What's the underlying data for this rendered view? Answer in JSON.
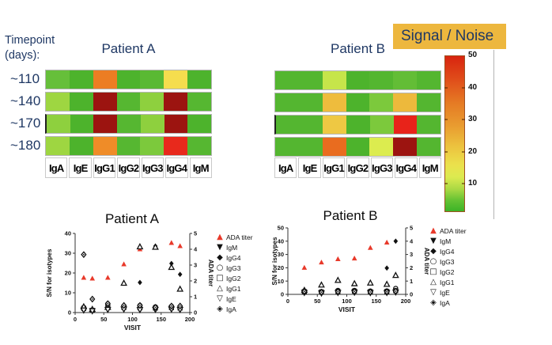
{
  "top": {
    "timepoint_label_line1": "Timepoint",
    "timepoint_label_line2": "(days):",
    "signal_noise_label": "Signal / Noise"
  },
  "colorbar": {
    "title": "Signal / Noise",
    "ticks": [
      "50",
      "40",
      "30",
      "20",
      "10"
    ],
    "gradient_stops": [
      "#d8240f 0%",
      "#e04d1a 15%",
      "#e57a24 30%",
      "#e99c30 45%",
      "#ecc23e 58%",
      "#ebe14c 70%",
      "#dcea50 78%",
      "#a8d843 86%",
      "#64c233 93%",
      "#3cb327 100%"
    ],
    "range": [
      0,
      50
    ]
  },
  "chart_data": [
    {
      "type": "heatmap",
      "title": "Patient A",
      "row_labels": [
        "~110",
        "~140",
        "~170",
        "~180"
      ],
      "columns": [
        "IgA",
        "IgE",
        "IgG1",
        "IgG2",
        "IgG3",
        "IgG4",
        "IgM"
      ],
      "scale_label": "Signal / Noise",
      "scale_range": [
        0,
        50
      ],
      "values": [
        [
          6,
          4,
          30,
          4,
          5,
          16,
          4
        ],
        [
          9,
          4,
          50,
          5,
          8,
          50,
          5
        ],
        [
          8,
          4,
          50,
          5,
          8,
          50,
          4
        ],
        [
          9,
          4,
          32,
          5,
          7,
          45,
          5
        ]
      ],
      "cell_colors": [
        [
          "#66bf3a",
          "#4db32c",
          "#ec7d23",
          "#4db32c",
          "#5ab933",
          "#f5dd4e",
          "#4db32c"
        ],
        [
          "#9ed641",
          "#4db32c",
          "#9c1410",
          "#56b731",
          "#8ed03e",
          "#9c1410",
          "#56b731"
        ],
        [
          "#8ed03e",
          "#4db32c",
          "#9c1410",
          "#56b731",
          "#8ed03e",
          "#9c1410",
          "#4db32c"
        ],
        [
          "#9ed641",
          "#4db32c",
          "#ef8c28",
          "#56b731",
          "#7cc93c",
          "#e8291c",
          "#56b731"
        ]
      ]
    },
    {
      "type": "heatmap",
      "title": "Patient B",
      "row_labels": [],
      "columns": [
        "IgA",
        "IgE",
        "IgG1",
        "IgG2",
        "IgG3",
        "IgG4",
        "IgM"
      ],
      "scale_label": "Signal / Noise",
      "scale_range": [
        0,
        50
      ],
      "values": [
        [
          5,
          5,
          12,
          4,
          5,
          6,
          5
        ],
        [
          5,
          5,
          21,
          4,
          8,
          21,
          5
        ],
        [
          5,
          5,
          19,
          4,
          8,
          47,
          5
        ],
        [
          5,
          5,
          33,
          4,
          14,
          50,
          5
        ]
      ],
      "cell_colors": [
        [
          "#54b630",
          "#54b630",
          "#c6e54a",
          "#4db32c",
          "#54b630",
          "#63bd36",
          "#54b630"
        ],
        [
          "#54b630",
          "#54b630",
          "#eebc3d",
          "#4db32c",
          "#7cc93c",
          "#edb93c",
          "#54b630"
        ],
        [
          "#54b630",
          "#54b630",
          "#eec843",
          "#4db32c",
          "#7cc93c",
          "#e8231a",
          "#54b630"
        ],
        [
          "#54b630",
          "#54b630",
          "#e96c1f",
          "#4db32c",
          "#dcec4f",
          "#9c1410",
          "#54b630"
        ]
      ]
    },
    {
      "type": "scatter",
      "title": "Patient A",
      "xlabel": "VISIT",
      "ylabel_left": "S/N for isotypes",
      "ylabel_right": "ADA titer",
      "xlim": [
        0,
        200
      ],
      "x_ticks": [
        0,
        50,
        100,
        150,
        200
      ],
      "ylim_left": [
        0,
        40
      ],
      "y_ticks_left": [
        0,
        10,
        20,
        30,
        40
      ],
      "ylim_right": [
        0,
        5
      ],
      "y_ticks_right": [
        0,
        1,
        2,
        3,
        4,
        5
      ],
      "series": [
        {
          "name": "ADA titer",
          "marker": "triangle-filled",
          "color": "#e8392a",
          "axis": "right",
          "x": [
            15,
            30,
            57,
            85,
            113,
            140,
            168,
            183
          ],
          "y": [
            2.2,
            2.15,
            2.2,
            3.05,
            4.0,
            4.15,
            4.4,
            4.2
          ]
        },
        {
          "name": "IgM",
          "marker": "triangle-down-filled",
          "color": "#111111",
          "axis": "left",
          "x": [
            15,
            30,
            57,
            85,
            113,
            140,
            168,
            183
          ],
          "y": [
            1.5,
            1.0,
            1.8,
            2.0,
            1.8,
            2.0,
            2.0,
            1.8
          ]
        },
        {
          "name": "IgG4",
          "marker": "diamond-filled",
          "color": "#111111",
          "axis": "left",
          "x": [
            15,
            30,
            57,
            85,
            113,
            140,
            168,
            183
          ],
          "y": [
            2.0,
            1.2,
            2.2,
            2.6,
            15.2,
            33.6,
            24.8,
            19.3
          ]
        },
        {
          "name": "IgG3",
          "marker": "circle-open",
          "color": "#111111",
          "axis": "left",
          "x": [
            15,
            30,
            57,
            85,
            113,
            140,
            168,
            183
          ],
          "y": [
            2.6,
            1.3,
            4.4,
            3.3,
            3.6,
            2.9,
            3.2,
            3.1
          ]
        },
        {
          "name": "IgG2",
          "marker": "square-open",
          "color": "#111111",
          "axis": "left",
          "x": [
            15,
            30,
            57,
            85,
            113,
            140,
            168,
            183
          ],
          "y": [
            2.1,
            1.1,
            3.2,
            2.6,
            2.4,
            2.3,
            2.5,
            2.3
          ]
        },
        {
          "name": "IgG1",
          "marker": "triangle-open",
          "color": "#111111",
          "axis": "left",
          "x": [
            15,
            30,
            57,
            85,
            113,
            140,
            168,
            183
          ],
          "y": [
            2.9,
            1.6,
            2.6,
            14.8,
            33.2,
            33.0,
            22.8,
            11.8
          ]
        },
        {
          "name": "IgE",
          "marker": "triangle-down-open",
          "color": "#111111",
          "axis": "left",
          "x": [
            15,
            30,
            57,
            85,
            113,
            140,
            168,
            183
          ],
          "y": [
            1.3,
            0.9,
            1.6,
            1.8,
            1.5,
            1.6,
            1.8,
            1.6
          ]
        },
        {
          "name": "IgA",
          "marker": "diamond-dot",
          "color": "#111111",
          "axis": "left",
          "x": [
            15,
            30,
            57,
            85,
            113,
            140,
            168,
            183
          ],
          "y": [
            29.3,
            6.8,
            4.5,
            3.6,
            3.6,
            2.6,
            3.3,
            3.3
          ]
        }
      ]
    },
    {
      "type": "scatter",
      "title": "Patient B",
      "xlabel": "VISIT",
      "ylabel_left": "S/N for isotypes",
      "ylabel_right": "ADA titer",
      "xlim": [
        0,
        200
      ],
      "x_ticks": [
        0,
        50,
        100,
        150,
        200
      ],
      "ylim_left": [
        0,
        50
      ],
      "y_ticks_left": [
        0,
        10,
        20,
        30,
        40,
        50
      ],
      "ylim_right": [
        0,
        5
      ],
      "y_ticks_right": [
        0,
        1,
        2,
        3,
        4,
        5
      ],
      "series": [
        {
          "name": "ADA titer",
          "marker": "triangle-filled",
          "color": "#e8392a",
          "axis": "right",
          "x": [
            28,
            57,
            85,
            113,
            140,
            168
          ],
          "y": [
            2.0,
            2.4,
            2.65,
            2.7,
            3.5,
            3.9
          ]
        },
        {
          "name": "IgM",
          "marker": "triangle-down-filled",
          "color": "#111111",
          "axis": "left",
          "x": [
            28,
            57,
            85,
            113,
            140,
            168,
            183
          ],
          "y": [
            1.5,
            1.2,
            1.5,
            1.8,
            1.5,
            1.5,
            2.0
          ]
        },
        {
          "name": "IgG4",
          "marker": "diamond-filled",
          "color": "#111111",
          "axis": "left",
          "x": [
            28,
            57,
            85,
            113,
            140,
            168,
            183
          ],
          "y": [
            2.5,
            2.0,
            2.5,
            2.5,
            2.0,
            19.8,
            40.0
          ]
        },
        {
          "name": "IgG3",
          "marker": "circle-open",
          "color": "#111111",
          "axis": "left",
          "x": [
            28,
            57,
            85,
            113,
            140,
            168,
            183
          ],
          "y": [
            2.6,
            2.1,
            3.0,
            3.0,
            2.5,
            2.6,
            4.5
          ]
        },
        {
          "name": "IgG2",
          "marker": "square-open",
          "color": "#111111",
          "axis": "left",
          "x": [
            28,
            57,
            85,
            113,
            140,
            168,
            183
          ],
          "y": [
            2.0,
            1.8,
            2.2,
            2.4,
            2.0,
            2.1,
            2.8
          ]
        },
        {
          "name": "IgG1",
          "marker": "triangle-open",
          "color": "#111111",
          "axis": "left",
          "x": [
            28,
            57,
            85,
            113,
            140,
            168,
            183
          ],
          "y": [
            3.0,
            7.0,
            10.5,
            8.0,
            8.5,
            7.5,
            14.2
          ]
        },
        {
          "name": "IgE",
          "marker": "triangle-down-open",
          "color": "#111111",
          "axis": "left",
          "x": [
            28,
            57,
            85,
            113,
            140,
            168,
            183
          ],
          "y": [
            1.4,
            1.0,
            1.4,
            1.6,
            1.3,
            1.4,
            1.8
          ]
        },
        {
          "name": "IgA",
          "marker": "diamond-dot",
          "color": "#111111",
          "axis": "left",
          "x": [
            28,
            57,
            85,
            113,
            140,
            168,
            183
          ],
          "y": [
            2.2,
            1.6,
            2.0,
            2.2,
            1.8,
            1.9,
            2.4
          ]
        }
      ]
    }
  ],
  "scatter_legend": [
    {
      "symbol": "▲",
      "color": "#e8392a",
      "label": "ADA titer"
    },
    {
      "symbol": "▼",
      "color": "#111111",
      "label": "IgM"
    },
    {
      "symbol": "◆",
      "color": "#111111",
      "label": "IgG4"
    },
    {
      "symbol": "○",
      "color": "#111111",
      "label": "IgG3"
    },
    {
      "symbol": "□",
      "color": "#111111",
      "label": "IgG2"
    },
    {
      "symbol": "△",
      "color": "#111111",
      "label": "IgG1"
    },
    {
      "symbol": "▽",
      "color": "#111111",
      "label": "IgE"
    },
    {
      "symbol": "◈",
      "color": "#111111",
      "label": "IgA"
    }
  ]
}
